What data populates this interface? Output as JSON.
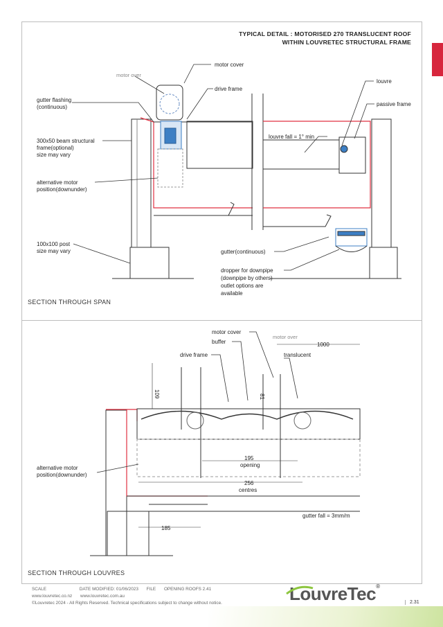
{
  "title": {
    "line1": "TYPICAL DETAIL : MOTORISED 270 TRANSLUCENT ROOF",
    "line2": "WITHIN LOUVRETEC STRUCTURAL FRAME"
  },
  "span_section": {
    "heading": "SECTION THROUGH SPAN",
    "labels": {
      "motor_over": "motor over",
      "motor_cover": "motor cover",
      "drive_frame": "drive frame",
      "gutter_flashing_1": "gutter flashing",
      "gutter_flashing_2": "(continuous)",
      "beam_1": "300x50 beam structural",
      "beam_2": "frame(optional)",
      "beam_3": "size may vary",
      "alt_motor_1": "alternative motor",
      "alt_motor_2": "position(downunder)",
      "post_1": "100x100 post",
      "post_2": "size may vary",
      "louvre": "louvre",
      "passive_frame": "passive frame",
      "louvre_fall": "louvre fall = 1° min",
      "gutter": "gutter(continuous)",
      "dropper_1": "dropper for downpipe",
      "dropper_2": "(downpipe by others)",
      "dropper_3": "outlet options are",
      "dropper_4": "available"
    }
  },
  "louvre_section": {
    "heading": "SECTION THROUGH LOUVRES",
    "labels": {
      "motor_cover": "motor cover",
      "buffer": "buffer",
      "motor_over": "motor over",
      "drive_frame": "drive frame",
      "translucent": "translucent",
      "dim_1000": "1000",
      "dim_109": "109",
      "dim_81": "81",
      "dim_195": "195",
      "opening": "opening",
      "dim_256": "256",
      "centres": "centres",
      "dim_185": "185",
      "alt_motor_1": "alternative motor",
      "alt_motor_2": "position(downunder)",
      "gutter_fall": "gutter fall = 3mm/m"
    }
  },
  "footer": {
    "scale": "SCALE",
    "date": "DATE MODIFIED: 01/06/2023",
    "file_label": "FILE",
    "file": "OPENING ROOFS 2.41",
    "web_nz": "www.louvretec.co.nz",
    "web_au": "www.louvretec.com.au",
    "copyright": "©Louvretec 2024 - All Rights Reserved. Technical specifications subject to change without notice.",
    "logo": "LouvreTec",
    "page": "2.31"
  },
  "colors": {
    "accent_red": "#d7263d",
    "flashing_red": "#e03040",
    "motor_blue": "#3d7fc4",
    "line": "#333333",
    "hidden": "#999999"
  }
}
